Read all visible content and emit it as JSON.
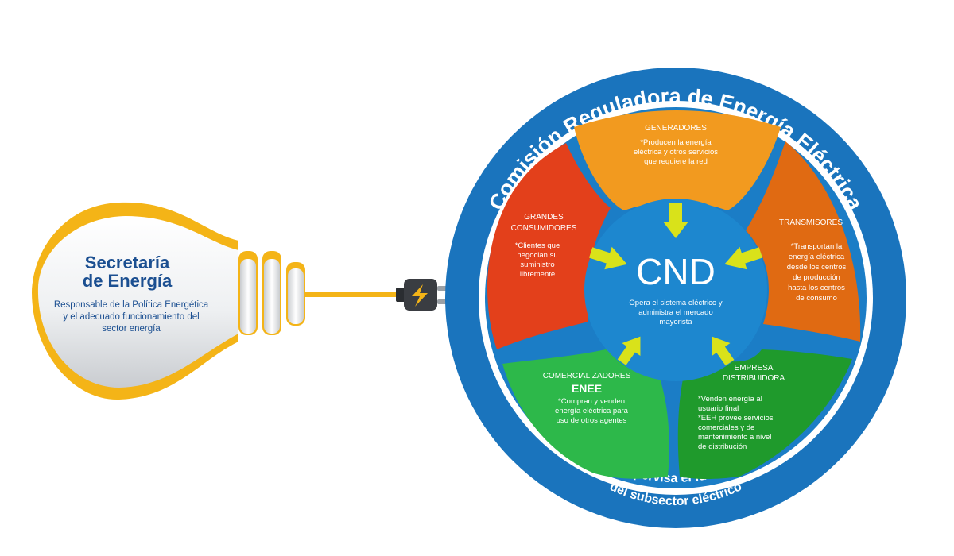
{
  "bulb": {
    "title_line1": "Secretaría",
    "title_line2": "de Energía",
    "desc_line1": "Responsable de la Política Energética",
    "desc_line2": "y el adecuado funcionamiento del",
    "desc_line3": "sector energía"
  },
  "ring": {
    "top_text": "Comisión Reguladora de Energía Eléctrica",
    "bottom_line1": "Regula y supervisa el funcionamiento",
    "bottom_line2": "del subsector eléctrico"
  },
  "center": {
    "title": "CND",
    "line1": "Opera el sistema eléctrico y",
    "line2": "administra el mercado",
    "line3": "mayorista"
  },
  "segments": {
    "generadores": {
      "title": "GENERADORES",
      "line1": "*Producen la energía",
      "line2": "eléctrica y otros servicios",
      "line3": "que requiere la red"
    },
    "transmisores": {
      "title": "TRANSMISORES",
      "line1": "*Transportan la",
      "line2": "energía eléctrica",
      "line3": "desde los centros",
      "line4": "de producción",
      "line5": "hasta los centros",
      "line6": "de consumo"
    },
    "distribuidora": {
      "title1": "EMPRESA",
      "title2": "DISTRIBUIDORA",
      "line1": "*Venden   energía   al",
      "line2": "usuario final",
      "line3": "*EEH  provee  servicios",
      "line4": "comerciales y de",
      "line5": "mantenimiento  a  nivel",
      "line6": "de distribución"
    },
    "comercializadores": {
      "title": "COMERCIALIZADORES",
      "subtitle": "ENEE",
      "line1": "*Compran  y  venden",
      "line2": "energía eléctrica para",
      "line3": "uso de otros agentes"
    },
    "grandes": {
      "title1": "GRANDES",
      "title2": "CONSUMIDORES",
      "line1": "*Clientes que",
      "line2": "negocian su",
      "line3": "suministro",
      "line4": "libremente"
    }
  },
  "colors": {
    "ring_blue": "#1a74bd",
    "center_blue": "#1d87cf",
    "generadores": "#f29a1f",
    "transmisores": "#e06a12",
    "distribuidora": "#1f9a2c",
    "comercializadores": "#2db84a",
    "grandes": "#e3401b",
    "arrows": "#d9e21a",
    "bulb_yellow": "#f4b417",
    "bulb_title": "#1b4f91"
  }
}
